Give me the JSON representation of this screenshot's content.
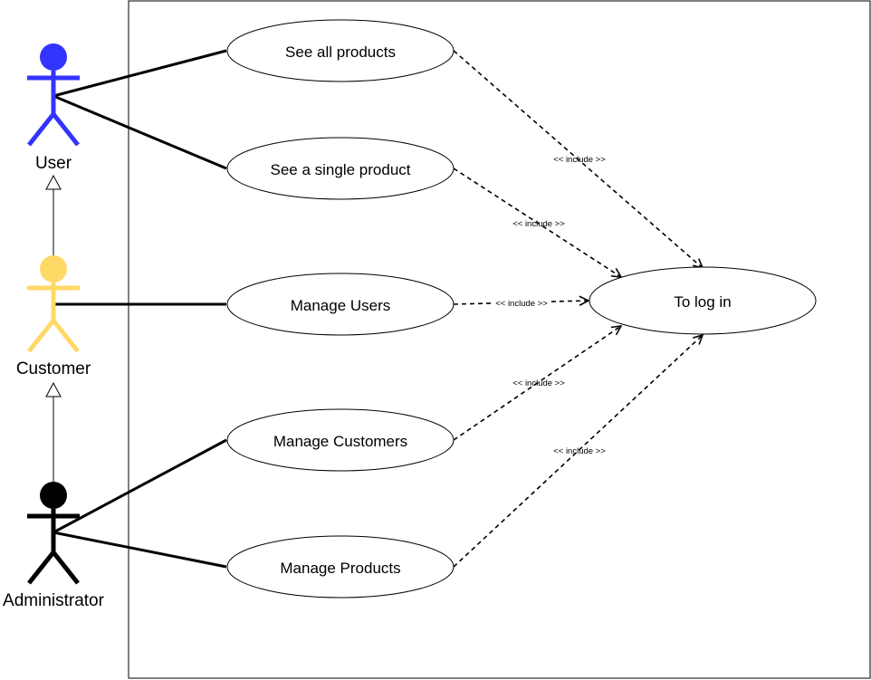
{
  "actors": {
    "user": {
      "label": "User",
      "color": "#3333ff"
    },
    "customer": {
      "label": "Customer",
      "color": "#ffd966"
    },
    "administrator": {
      "label": "Administrator",
      "color": "#000000"
    }
  },
  "use_cases": {
    "see_all_products": "See all products",
    "see_single_product": "See a single product",
    "manage_users": "Manage Users",
    "manage_customers": "Manage Customers",
    "manage_products": "Manage Products",
    "to_log_in": "To log in"
  },
  "relations": {
    "include_label": "<< include >>"
  }
}
